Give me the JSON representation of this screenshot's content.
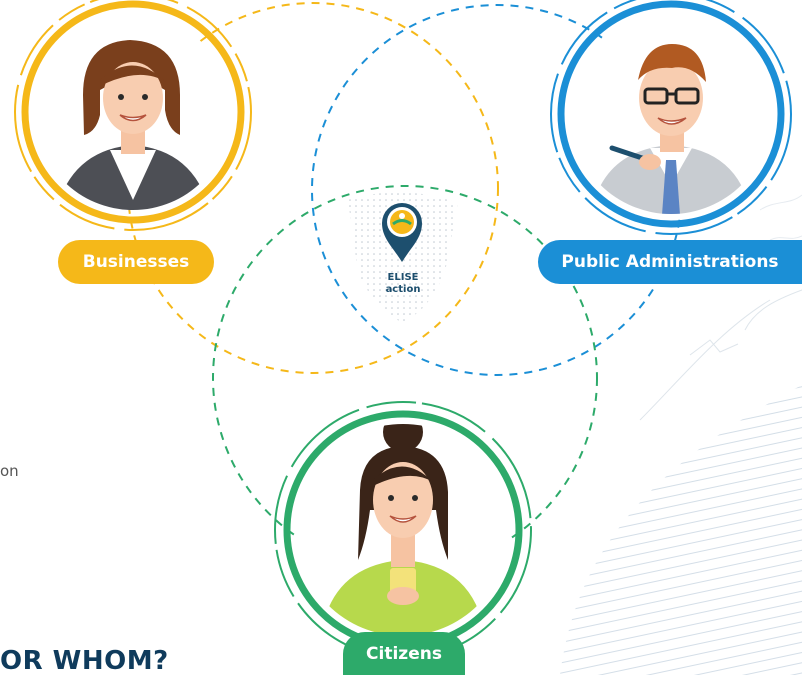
{
  "labels": {
    "businesses": "Businesses",
    "public_administrations": "Public Administrations",
    "citizens": "Citizens",
    "elise_line1": "ELISE",
    "elise_line2": "action"
  },
  "side_text": "on",
  "section_heading": "OR WHOM?",
  "colors": {
    "businesses": "#f5b819",
    "public_administrations": "#1b8fd6",
    "citizens": "#2daa6a",
    "heading": "#0f3b5c"
  },
  "icons": [
    "avatar-businesswoman",
    "avatar-man-glasses",
    "avatar-woman-bun",
    "elise-location-pin-icon"
  ]
}
